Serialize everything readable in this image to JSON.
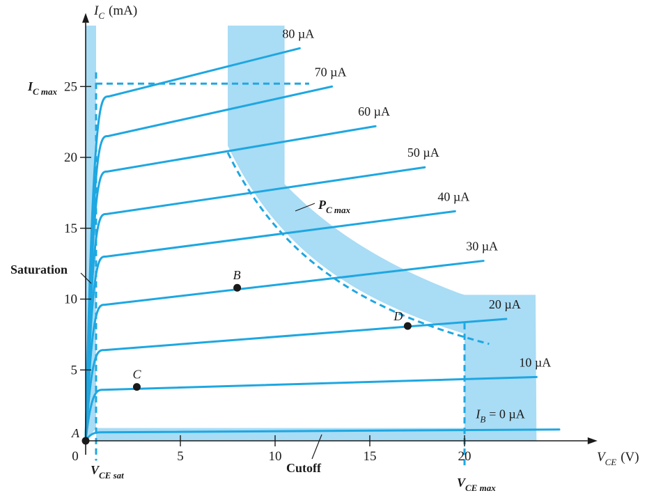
{
  "chart_data": {
    "type": "line",
    "x_axis": {
      "label_main": "V",
      "label_sub": "CE",
      "label_unit": "(V)",
      "ticks": [
        0,
        5,
        10,
        15,
        20
      ],
      "tick_labels": [
        "0",
        "5",
        "10",
        "15",
        "20"
      ],
      "range": [
        0,
        26.5
      ]
    },
    "y_axis": {
      "label_main": "I",
      "label_sub": "C",
      "label_unit": "(mA)",
      "ticks": [
        5,
        10,
        15,
        20,
        25
      ],
      "tick_labels": [
        "5",
        "10",
        "15",
        "20",
        "25"
      ],
      "range": [
        0,
        29.5
      ]
    },
    "series": [
      {
        "name": "I_B = 0 µA",
        "label": "= 0 µA",
        "label_prefix": "I",
        "label_sub": "B",
        "ib": 0,
        "sat_level": 0.6,
        "end_level": 0.8,
        "x_end": 25.0
      },
      {
        "name": "10 µA",
        "label": "10 µA",
        "ib": 10,
        "sat_level": 3.6,
        "end_level": 4.5,
        "x_end": 23.8
      },
      {
        "name": "20 µA",
        "label": "20 µA",
        "ib": 20,
        "sat_level": 6.4,
        "end_level": 8.6,
        "x_end": 22.2
      },
      {
        "name": "30 µA",
        "label": "30 µA",
        "ib": 30,
        "sat_level": 9.6,
        "end_level": 12.7,
        "x_end": 21.0
      },
      {
        "name": "40 µA",
        "label": "40 µA",
        "ib": 40,
        "sat_level": 13.0,
        "end_level": 16.2,
        "x_end": 19.5
      },
      {
        "name": "50 µA",
        "label": "50 µA",
        "ib": 50,
        "sat_level": 16.0,
        "end_level": 19.3,
        "x_end": 17.9
      },
      {
        "name": "60 µA",
        "label": "60 µA",
        "ib": 60,
        "sat_level": 19.0,
        "end_level": 22.2,
        "x_end": 15.3
      },
      {
        "name": "70 µA",
        "label": "70 µA",
        "ib": 70,
        "sat_level": 21.5,
        "end_level": 25.0,
        "x_end": 13.0
      },
      {
        "name": "80 µA",
        "label": "80 µA",
        "ib": 80,
        "sat_level": 24.3,
        "end_level": 27.7,
        "x_end": 11.3
      }
    ],
    "limits": {
      "ic_max": 25.2,
      "ic_max_label_main": "I",
      "ic_max_label_sub": "C max",
      "vce_sat": 0.55,
      "vce_sat_label_main": "V",
      "vce_sat_label_sub": "CE sat",
      "vce_max": 20.0,
      "vce_max_label_main": "V",
      "vce_max_label_sub": "CE max",
      "pc_max_label_main": "P",
      "pc_max_label_sub": "C max",
      "pc_max_product": 162
    },
    "points": [
      {
        "label": "A",
        "x": 0.0,
        "y": 0.0
      },
      {
        "label": "B",
        "x": 8.0,
        "y": 10.8
      },
      {
        "label": "C",
        "x": 2.7,
        "y": 3.8
      },
      {
        "label": "D",
        "x": 17.0,
        "y": 8.1
      }
    ],
    "annotations": {
      "saturation": "Saturation",
      "cutoff": "Cutoff"
    },
    "colors": {
      "curve": "#1ea7e1",
      "region": "#a9dcf5",
      "axis": "#1a1a1a",
      "text": "#1a1a1a"
    }
  }
}
